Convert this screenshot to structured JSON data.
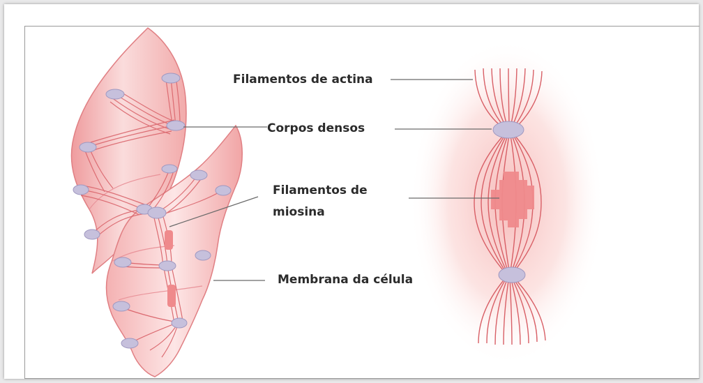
{
  "labels": {
    "actin_filaments": "Filamentos de actina",
    "dense_bodies": "Corpos densos",
    "myosin_filaments": "Filamentos de\nmiosina",
    "cell_membrane": "Membrana da célula"
  },
  "colors": {
    "cell_fill": "#f0a7a8",
    "cell_fill_light": "#fbe1e1",
    "filament": "#d85f66",
    "dense_body": "#c6c0dc",
    "dense_body_edge": "#9f98c0",
    "myosin": "#ef8a8c",
    "leader_line": "#6a6a6a",
    "label_text": "#2b2b2b"
  }
}
